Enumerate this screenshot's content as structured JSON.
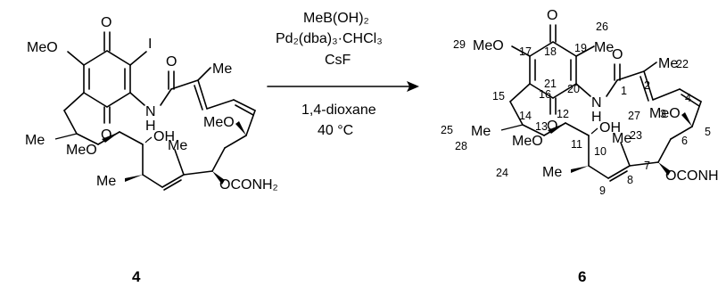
{
  "reagents": {
    "line1": "MeB(OH)₂",
    "line2": "Pd₂(dba)₃·CHCl₃",
    "line3": "CsF"
  },
  "conditions": {
    "solvent": "1,4-dioxane",
    "temperature": "40 °C"
  },
  "starting_material": {
    "compound_number": "4",
    "labels": {
      "o_top": "O",
      "o_bottom": "O",
      "o_amide": "O",
      "nh": "N",
      "nh_h": "H",
      "iodo": "I",
      "meo_quinone": "MeO",
      "me_branch": "Me",
      "me_diene": "Me",
      "meo_left": "MeO",
      "oh": "OH",
      "me_vinyl": "Me",
      "me_lower": "Me",
      "meo_right": "MeO",
      "carbamate": "OCONH₂"
    }
  },
  "product": {
    "compound_number": "6",
    "labels": {
      "o_top": "O",
      "o_bottom": "O",
      "o_amide": "O",
      "nh": "N",
      "nh_h": "H",
      "me_quinone": "Me",
      "meo_quinone": "MeO",
      "me_branch": "Me",
      "me_diene": "Me",
      "meo_left": "MeO",
      "oh": "OH",
      "me_vinyl": "Me",
      "me_lower": "Me",
      "meo_right": "MeO",
      "carbamate": "OCONH₂"
    },
    "atom_numbers": [
      "1",
      "2",
      "3",
      "4",
      "5",
      "6",
      "7",
      "8",
      "9",
      "10",
      "11",
      "12",
      "13",
      "14",
      "15",
      "16",
      "17",
      "18",
      "19",
      "20",
      "21",
      "22",
      "23",
      "24",
      "25",
      "26",
      "27",
      "28",
      "29"
    ]
  }
}
